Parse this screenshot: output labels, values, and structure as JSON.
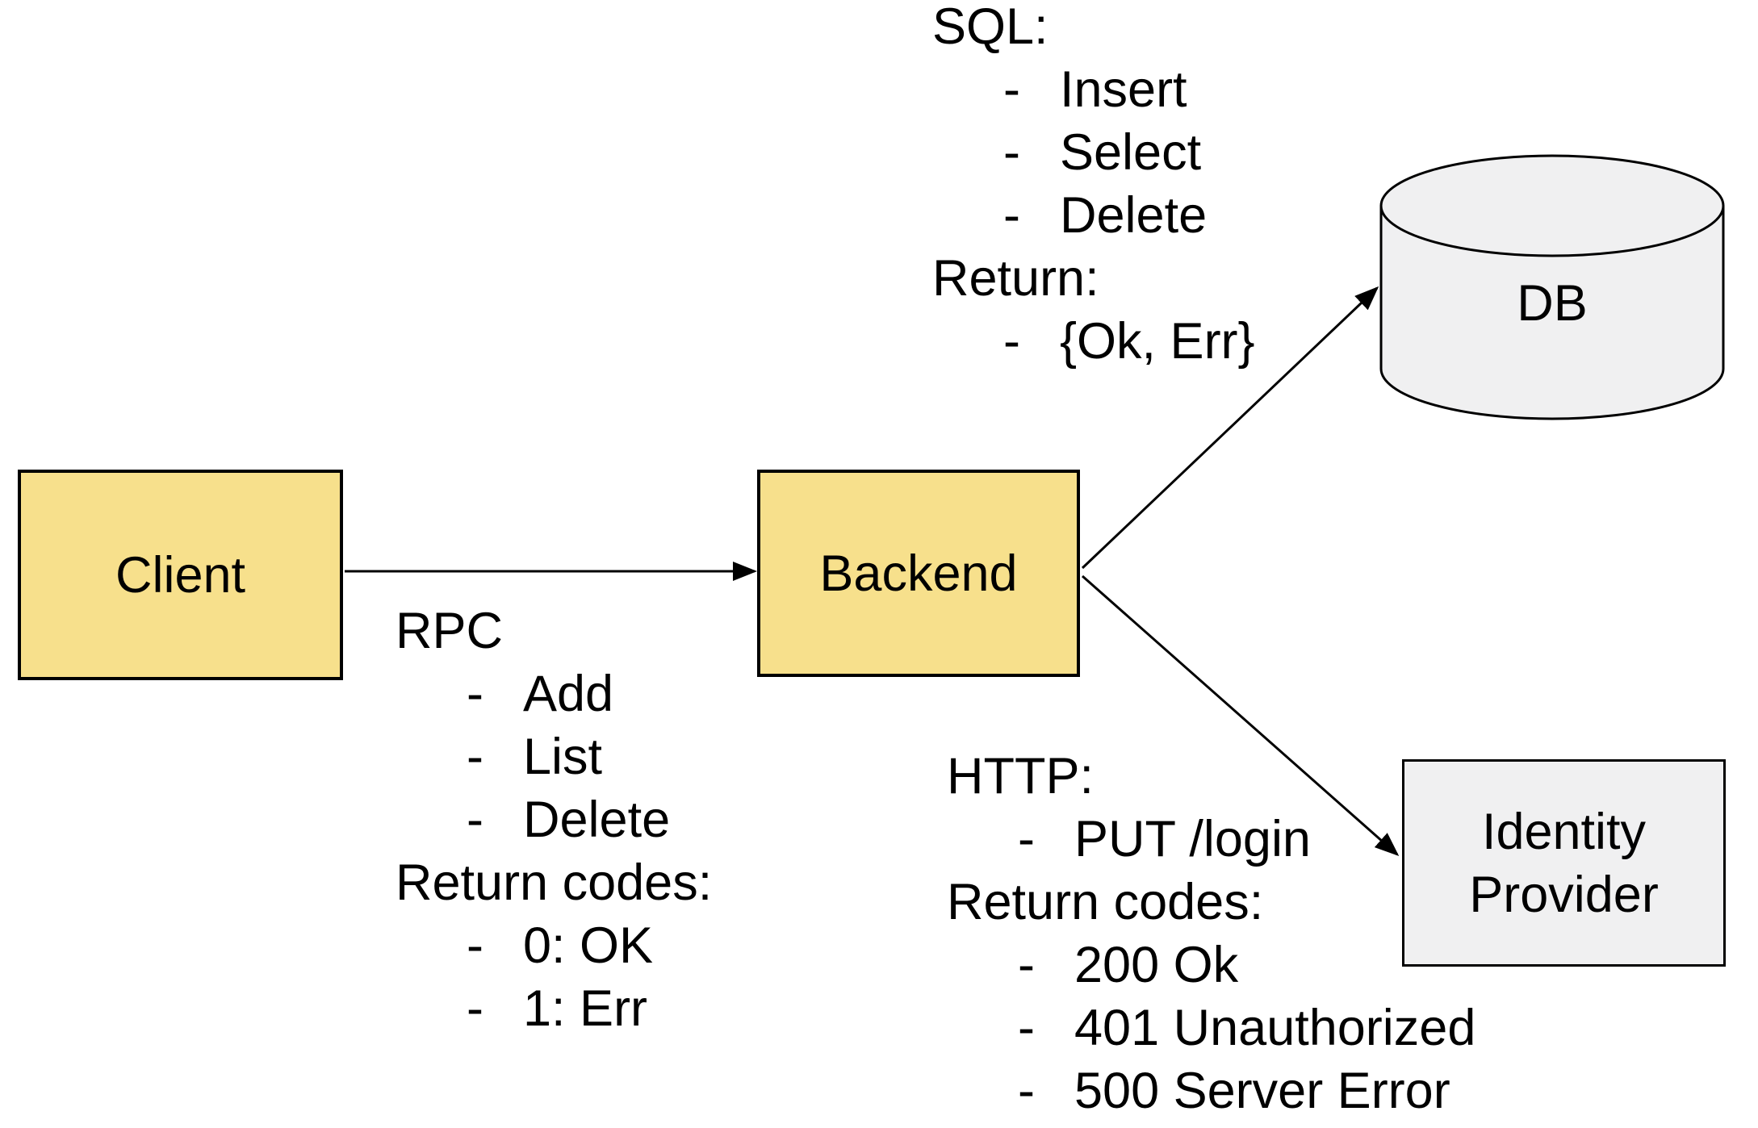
{
  "colors": {
    "node_yellow": "#f7e08c",
    "node_gray": "#f0f0f1",
    "stroke": "#000000",
    "background": "#ffffff"
  },
  "bullet_char": "-",
  "nodes": {
    "client": {
      "label": "Client",
      "fill": "#f7e08c"
    },
    "backend": {
      "label": "Backend",
      "fill": "#f7e08c"
    },
    "db": {
      "label": "DB",
      "fill": "#f0f0f1"
    },
    "identity_provider": {
      "label": "Identity Provider",
      "fill": "#f0f0f1"
    }
  },
  "edges": {
    "client_to_backend": {
      "from": "Client",
      "to": "Backend"
    },
    "backend_to_db": {
      "from": "Backend",
      "to": "DB"
    },
    "backend_to_identity_provider": {
      "from": "Backend",
      "to": "Identity Provider"
    }
  },
  "annotations": {
    "rpc": {
      "title": "RPC",
      "items": [
        "Add",
        "List",
        "Delete"
      ],
      "return_title": "Return codes:",
      "return_items": [
        "0: OK",
        "1: Err"
      ]
    },
    "sql": {
      "title": "SQL:",
      "items": [
        "Insert",
        "Select",
        "Delete"
      ],
      "return_title": "Return:",
      "return_items": [
        "{Ok, Err}"
      ]
    },
    "http": {
      "title": "HTTP:",
      "items": [
        "PUT /login"
      ],
      "return_title": "Return codes:",
      "return_items": [
        "200 Ok",
        "401 Unauthorized",
        "500 Server Error"
      ]
    }
  }
}
